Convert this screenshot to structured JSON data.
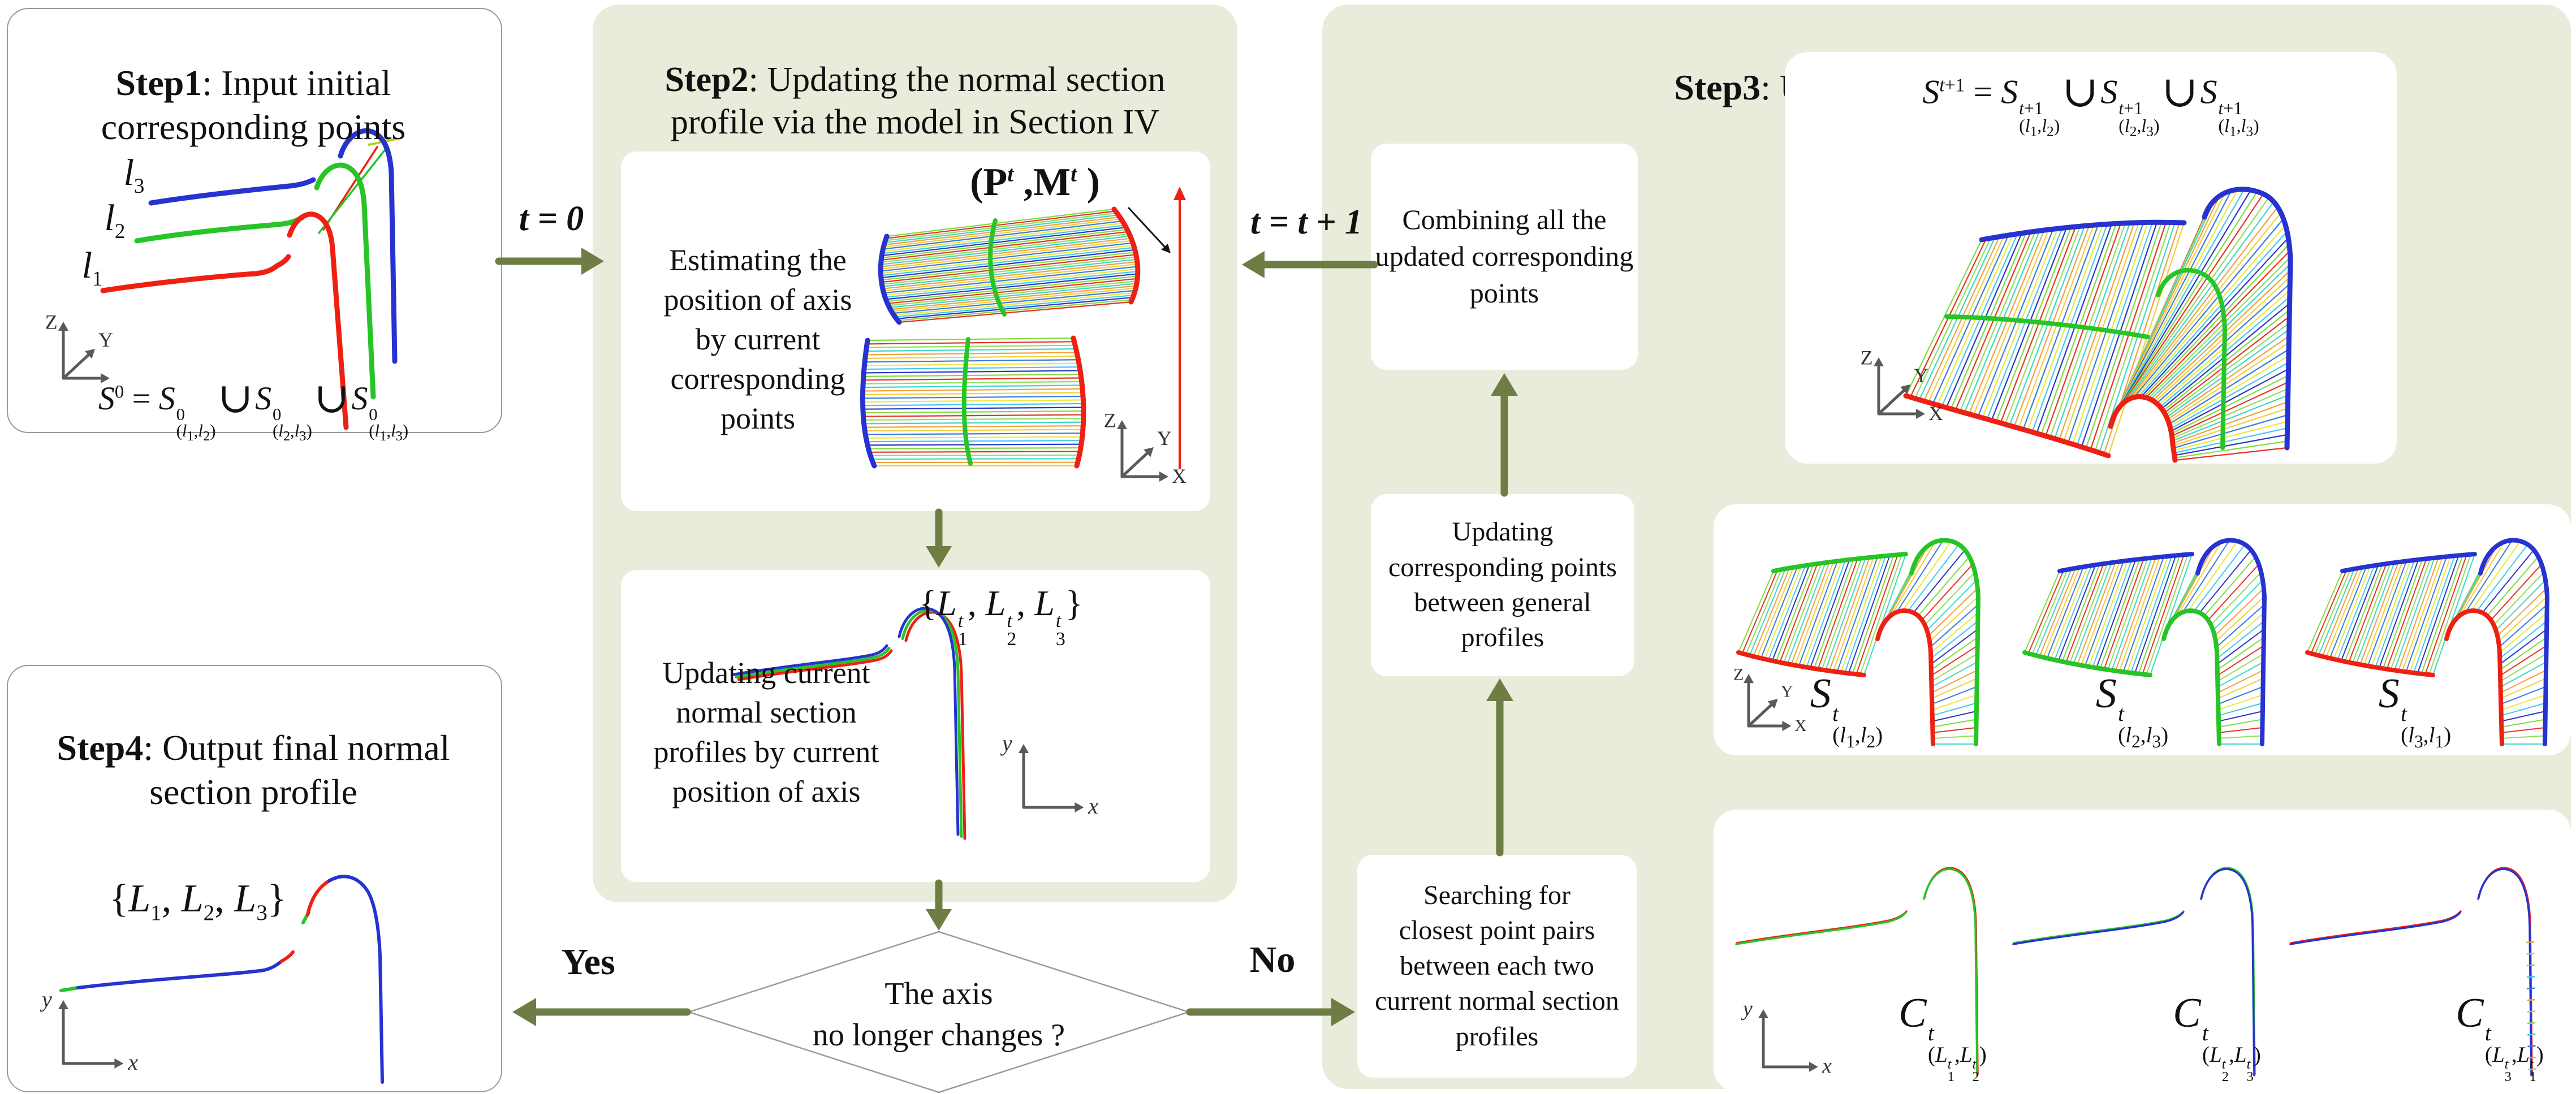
{
  "colors": {
    "panel_bg": "#e9ecda",
    "arrow_olive": "#6e7d43",
    "curve_red": "#ee2014",
    "curve_green": "#27c427",
    "curve_blue": "#2633d0",
    "axis_gray": "#5a5a5a",
    "box_border": "#9a9a9a",
    "annotation_black": "#151515",
    "cross_yellow": "#b8cc2a"
  },
  "palette": [
    "#e63225",
    "#f2a03c",
    "#ece73b",
    "#7fdc3f",
    "#3fd6c8",
    "#3b7bdd",
    "#2a35c8",
    "#8fe05a",
    "#f2cf3a",
    "#45c8ee"
  ],
  "axes": {
    "zyx": [
      "Z",
      "Y",
      "X"
    ],
    "zy_only": [
      "Z",
      "Y",
      ""
    ],
    "xy": [
      "y",
      "x"
    ]
  },
  "step1": {
    "title_prefix": "Step1",
    "title_rest": ": Input initial\ncorresponding points",
    "curve_labels_html": [
      "<i>l</i><sub>1</sub>",
      "<i>l</i><sub>2</sub>",
      "<i>l</i><sub>3</sub>"
    ],
    "formula_html": "<i>S</i><sup>0</sup> = <i>S</i><span class='st'><span>0</span><span>(<i>l</i><sub>1</sub>,<i>l</i><sub>2</sub>)</span></span><span class='cup'>∪</span><i>S</i><span class='st'><span>0</span><span>(<i>l</i><sub>2</sub>,<i>l</i><sub>3</sub>)</span></span><span class='cup'>∪</span><i>S</i><span class='st'><span>0</span><span>(<i>l</i><sub>1</sub>,<i>l</i><sub>3</sub>)</span></span>"
  },
  "step2": {
    "title_prefix": "Step2",
    "title_rest": ": Updating the normal section\nprofile via the model in Section IV",
    "box_estimate": {
      "formula_html": "(<b>P</b><sup><i>t</i></sup> ,<b>M</b><sup><i>t</i></sup> )",
      "text": "Estimating the\nposition of axis\nby current\ncorresponding\npoints"
    },
    "box_update": {
      "formula_html": "{<i>L</i><span class='st'><span><i>t</i></span><span>1</span></span>, <i>L</i><span class='st'><span><i>t</i></span><span>2</span></span>, <i>L</i><span class='st'><span><i>t</i></span><span>3</span></span>}",
      "text": "Updating current\nnormal section\nprofiles by current\nposition of axis"
    }
  },
  "step3": {
    "title_prefix": "Step3",
    "title_rest": ": Updating corresponding points",
    "box_combining": "Combining all the\nupdated corresponding\npoints",
    "box_updating": "Updating\ncorresponding points\nbetween general\nprofiles",
    "box_searching": "Searching for\nclosest point pairs\nbetween each two\ncurrent normal section\nprofiles",
    "formula_html": "<i>S</i><sup><i>t</i>+1</sup> = <i>S</i><span class='st'><span><i>t</i>+1</span><span>(<i>l</i><sub>1</sub>,<i>l</i><sub>2</sub>)</span></span><span class='cup'>∪</span><i>S</i><span class='st'><span><i>t</i>+1</span><span>(<i>l</i><sub>2</sub>,<i>l</i><sub>3</sub>)</span></span><span class='cup'>∪</span><i>S</i><span class='st'><span><i>t</i>+1</span><span>(<i>l</i><sub>1</sub>,<i>l</i><sub>3</sub>)</span></span>",
    "surface_labels_html": [
      "<i>S</i><span class='st'><span><i>t</i></span><span>(<i>l</i><sub>1</sub>,<i>l</i><sub>2</sub>)</span></span>",
      "<i>S</i><span class='st'><span><i>t</i></span><span>(<i>l</i><sub>2</sub>,<i>l</i><sub>3</sub>)</span></span>",
      "<i>S</i><span class='st'><span><i>t</i></span><span>(<i>l</i><sub>3</sub>,<i>l</i><sub>1</sub>)</span></span>"
    ],
    "curve_labels_html": [
      "<i>C</i><span class='st'><span><i>t</i></span><span>(<i>L</i><span class='st2'><span><i>t</i></span><span>1</span></span>,<i>L</i><span class='st2'><span><i>t</i></span><span>2</span></span>)</span></span>",
      "<i>C</i><span class='st'><span><i>t</i></span><span>(<i>L</i><span class='st2'><span><i>t</i></span><span>2</span></span>,<i>L</i><span class='st2'><span><i>t</i></span><span>3</span></span>)</span></span>",
      "<i>C</i><span class='st'><span><i>t</i></span><span>(<i>L</i><span class='st2'><span><i>t</i></span><span>3</span></span>,<i>L</i><span class='st2'><span><i>t</i></span><span>1</span></span>)</span></span>"
    ]
  },
  "step4": {
    "title_prefix": "Step4",
    "title_rest": ": Output final normal\nsection profile",
    "formula_html": "{<i>L</i><sub>1</sub>, <i>L</i><sub>2</sub>, <i>L</i><sub>3</sub>}"
  },
  "decision": {
    "text": "The axis\nno longer changes ?"
  },
  "edge_labels": {
    "t0": "t = 0",
    "t1": "t = t + 1",
    "yes": "Yes",
    "no": "No"
  }
}
